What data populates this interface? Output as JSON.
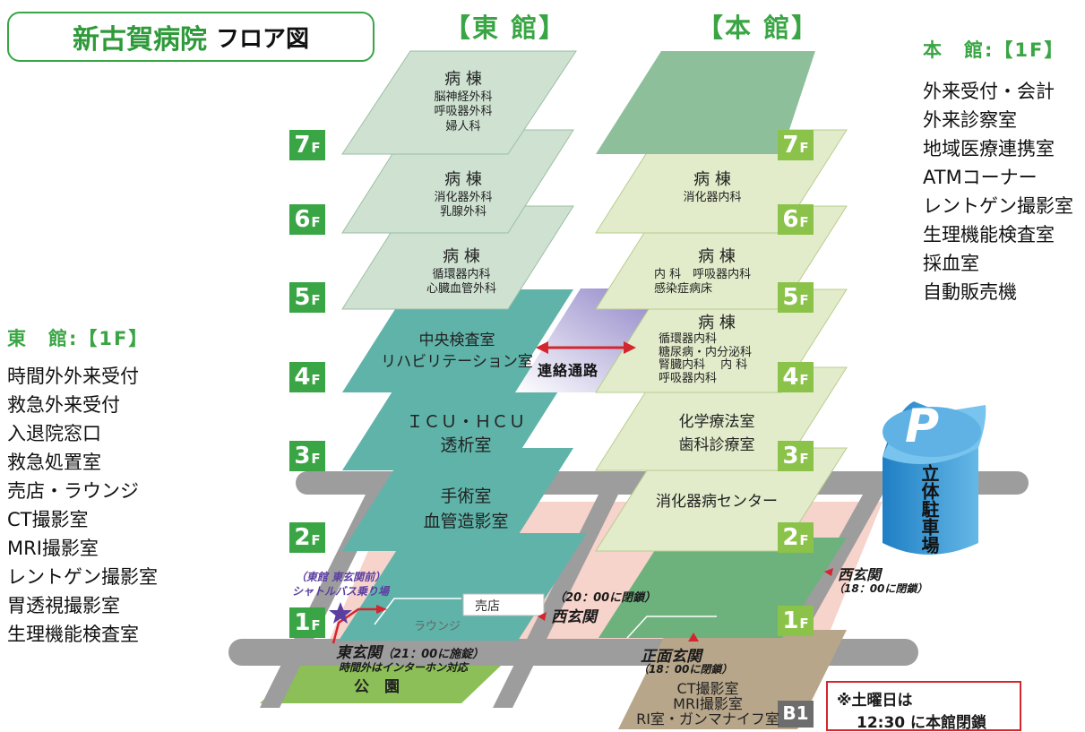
{
  "title": {
    "hospital": "新古賀病院",
    "suffix": "フロア図"
  },
  "headings": {
    "east": "【東 館】",
    "main": "【本 館】"
  },
  "east_building": {
    "floors": [
      {
        "badge_num": "7",
        "badge_suffix": "F",
        "title": "病 棟",
        "lines": [
          "脳神経外科",
          "呼吸器外科",
          "婦人科"
        ]
      },
      {
        "badge_num": "6",
        "badge_suffix": "F",
        "title": "病 棟",
        "lines": [
          "消化器外科",
          "乳腺外科"
        ]
      },
      {
        "badge_num": "5",
        "badge_suffix": "F",
        "title": "病 棟",
        "lines": [
          "循環器内科",
          "心臓血管外科"
        ]
      },
      {
        "badge_num": "4",
        "badge_suffix": "F",
        "lines": [
          "中央検査室",
          "リハビリテーション室"
        ]
      },
      {
        "badge_num": "3",
        "badge_suffix": "F",
        "lines": [
          "ＩＣＵ・ＨＣＵ",
          "透析室"
        ]
      },
      {
        "badge_num": "2",
        "badge_suffix": "F",
        "lines": [
          "手術室",
          "血管造影室"
        ]
      },
      {
        "badge_num": "1",
        "badge_suffix": "F"
      }
    ],
    "shop": "売店",
    "lounge": "ラウンジ"
  },
  "main_building": {
    "floors": [
      {
        "badge_num": "7",
        "badge_suffix": "F"
      },
      {
        "badge_num": "6",
        "badge_suffix": "F",
        "title": "病 棟",
        "lines": [
          "消化器内科"
        ]
      },
      {
        "badge_num": "5",
        "badge_suffix": "F",
        "title": "病 棟",
        "lines": [
          "内 科　呼吸器内科",
          "感染症病床"
        ]
      },
      {
        "badge_num": "4",
        "badge_suffix": "F",
        "title": "病 棟",
        "lines": [
          "循環器内科",
          "糖尿病・内分泌科",
          "腎臓内科　 内 科",
          "呼吸器内科"
        ]
      },
      {
        "badge_num": "3",
        "badge_suffix": "F",
        "lines": [
          "化学療法室",
          "歯科診療室"
        ]
      },
      {
        "badge_num": "2",
        "badge_suffix": "F",
        "lines": [
          "消化器病センター"
        ]
      },
      {
        "badge_num": "1",
        "badge_suffix": "F"
      }
    ],
    "b1": {
      "badge": "B1",
      "lines": [
        "CT撮影室",
        "MRI撮影室",
        "RI室・ガンマナイフ室"
      ]
    }
  },
  "connector": "連絡通路",
  "main_1f_list": {
    "heading": "本　館:【1F】",
    "items": [
      "外来受付・会計",
      "外来診察室",
      "地域医療連携室",
      "ATMコーナー",
      "レントゲン撮影室",
      "生理機能検査室",
      "採血室",
      "自動販売機"
    ]
  },
  "east_1f_list": {
    "heading": "東　館:【1F】",
    "items": [
      "時間外外来受付",
      "救急外来受付",
      "入退院窓口",
      "救急処置室",
      "売店・ラウンジ",
      "CT撮影室",
      "MRI撮影室",
      "レントゲン撮影室",
      "胃透視撮影室",
      "生理機能検査室"
    ]
  },
  "entrances": {
    "shuttle_line1": "（東館 東玄関前）",
    "shuttle_line2": "シャトルバス乗り場",
    "east_gate": "東玄関",
    "east_gate_note": "（21：00に施錠）",
    "east_gate_sub": "時間外はインターホン対応",
    "west_gate_east_note": "（20：00に閉鎖）",
    "west_gate_east": "西玄関",
    "west_gate_main": "西玄関",
    "west_gate_main_note": "（18：00に閉鎖）",
    "front_gate": "正面玄関",
    "front_gate_note": "（18：00に閉鎖）"
  },
  "park": "公　園",
  "parking": {
    "letter": "P",
    "label": "立体駐車場"
  },
  "notice": {
    "line1": "※土曜日は",
    "line2": "12:30 に本館閉鎖"
  },
  "colors": {
    "green": "#3aa544",
    "light_green": "#8bc34a",
    "east_upper": "#cfe2d2",
    "main_upper": "#e2ecca",
    "teal": "#5fb3a9",
    "road": "#9d9d9d",
    "pink": "#f6d3cb",
    "red": "#d4262e",
    "purple": "#5b3fa0"
  }
}
